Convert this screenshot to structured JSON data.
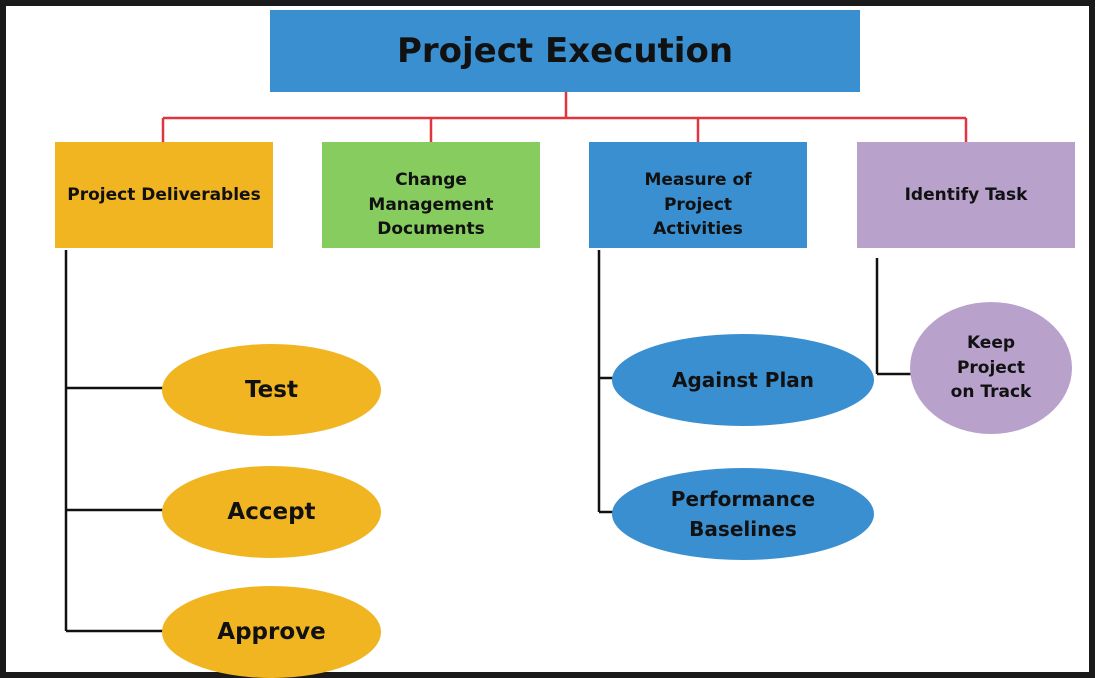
{
  "root": {
    "label": "Project Execution",
    "color": "#3a8fd0"
  },
  "categories": [
    {
      "label": "Project Deliverables",
      "color": "#f0b521"
    },
    {
      "label": "Change Management Documents",
      "color": "#86cc5e"
    },
    {
      "label": "Measure of Project Activities",
      "color": "#3a8fd0"
    },
    {
      "label": "Identify Task",
      "color": "#b8a2cc"
    }
  ],
  "children": {
    "deliverables": [
      "Test",
      "Accept",
      "Approve"
    ],
    "measure": [
      "Against Plan",
      "Performance Baselines"
    ],
    "identify": [
      "Keep Project on Track"
    ]
  },
  "colors": {
    "connector_top": "#e0343e",
    "connector_branch": "#111111",
    "deliverables_oval": "#f0b521",
    "measure_oval": "#3a8fd0",
    "identify_oval": "#b8a2cc"
  }
}
